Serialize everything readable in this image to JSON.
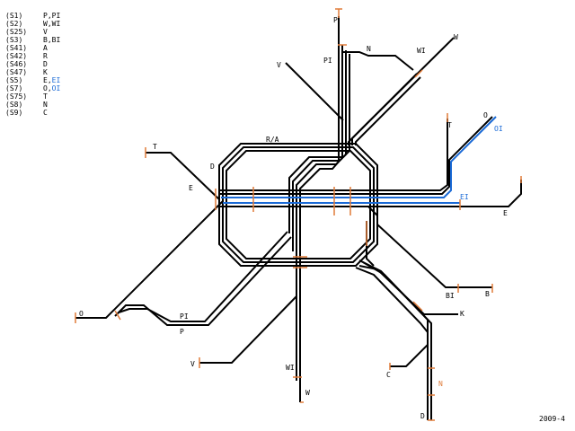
{
  "colors": {
    "line": "#000000",
    "blue_line": "#1a6ad6",
    "terminus_tick": "#e07b39"
  },
  "legend": [
    {
      "id": "(S1)",
      "routes": [
        {
          "text": "P",
          "color": "black"
        },
        {
          "text": ",",
          "color": "black"
        },
        {
          "text": "PI",
          "color": "black"
        }
      ]
    },
    {
      "id": "(S2)",
      "routes": [
        {
          "text": "W",
          "color": "black"
        },
        {
          "text": ",",
          "color": "black"
        },
        {
          "text": "WI",
          "color": "black"
        }
      ]
    },
    {
      "id": "(S25)",
      "routes": [
        {
          "text": "V",
          "color": "black"
        }
      ]
    },
    {
      "id": "(S3)",
      "routes": [
        {
          "text": "B",
          "color": "black"
        },
        {
          "text": ",",
          "color": "black"
        },
        {
          "text": "BI",
          "color": "black"
        }
      ]
    },
    {
      "id": "(S41)",
      "routes": [
        {
          "text": "A",
          "color": "black"
        }
      ]
    },
    {
      "id": "(S42)",
      "routes": [
        {
          "text": "R",
          "color": "black"
        }
      ]
    },
    {
      "id": "(S46)",
      "routes": [
        {
          "text": "D",
          "color": "black"
        }
      ]
    },
    {
      "id": "(S47)",
      "routes": [
        {
          "text": "K",
          "color": "black"
        }
      ]
    },
    {
      "id": "(S5)",
      "routes": [
        {
          "text": "E",
          "color": "black"
        },
        {
          "text": ",",
          "color": "black"
        },
        {
          "text": "EI",
          "color": "blue"
        }
      ]
    },
    {
      "id": "(S7)",
      "routes": [
        {
          "text": "O",
          "color": "black"
        },
        {
          "text": ",",
          "color": "black"
        },
        {
          "text": "OI",
          "color": "blue"
        }
      ]
    },
    {
      "id": "(S75)",
      "routes": [
        {
          "text": "T",
          "color": "black"
        }
      ]
    },
    {
      "id": "(S8)",
      "routes": [
        {
          "text": "N",
          "color": "black"
        }
      ]
    },
    {
      "id": "(S9)",
      "routes": [
        {
          "text": "C",
          "color": "black"
        }
      ]
    }
  ],
  "map_labels": {
    "p_north": "P",
    "pi_north": "PI",
    "n_north": "N",
    "wi_ne": "WI",
    "w_ne": "W",
    "v_nw": "V",
    "ring": "R/A",
    "t_west": "T",
    "d_west": "D",
    "e_west": "E",
    "t_east": "T",
    "o_east": "O",
    "oi_east": "OI",
    "ei_east": "EI",
    "e_east": "E",
    "bi_se": "BI",
    "b_se": "B",
    "k_se": "K",
    "o_west": "O",
    "pi_sw": "PI",
    "p_sw": "P",
    "v_sw": "V",
    "wi_south": "WI",
    "w_south": "W",
    "c_south": "C",
    "n_south": "N",
    "d_south": "D"
  },
  "version": "2009-4"
}
